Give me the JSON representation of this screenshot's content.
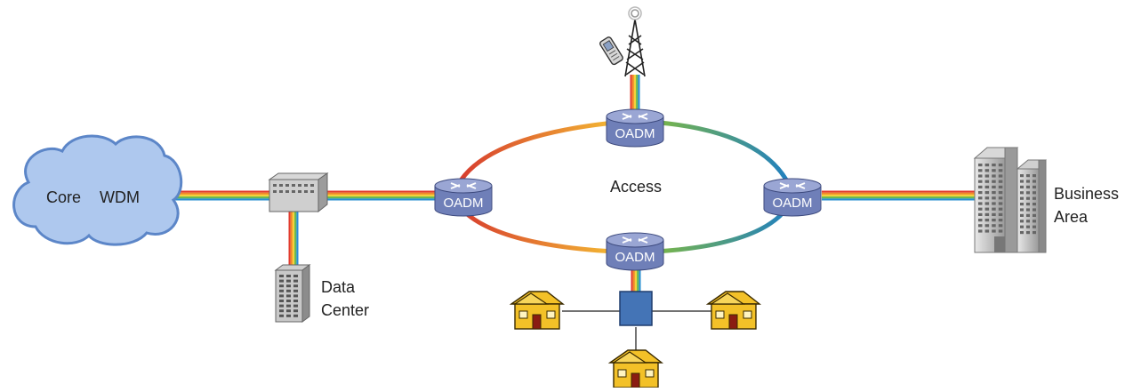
{
  "cloud": {
    "label_core": "Core",
    "label_wdm": "WDM"
  },
  "ring": {
    "label": "Access"
  },
  "nodes": {
    "oadm_label": "OADM"
  },
  "data_center": {
    "line1": "Data",
    "line2": "Center"
  },
  "business": {
    "line1": "Business",
    "line2": "Area"
  },
  "colors": {
    "cloud": "#aec8ee",
    "cloud_edge": "#5c86c8",
    "oadm_body": "#6f7fb8",
    "oadm_top": "#9aa6d4",
    "hub": "#4474b6",
    "house": "#f3c128",
    "spectrum": [
      "#e23b2d",
      "#f08a24",
      "#f4d23a",
      "#6ab84a",
      "#2a8fd0"
    ]
  }
}
